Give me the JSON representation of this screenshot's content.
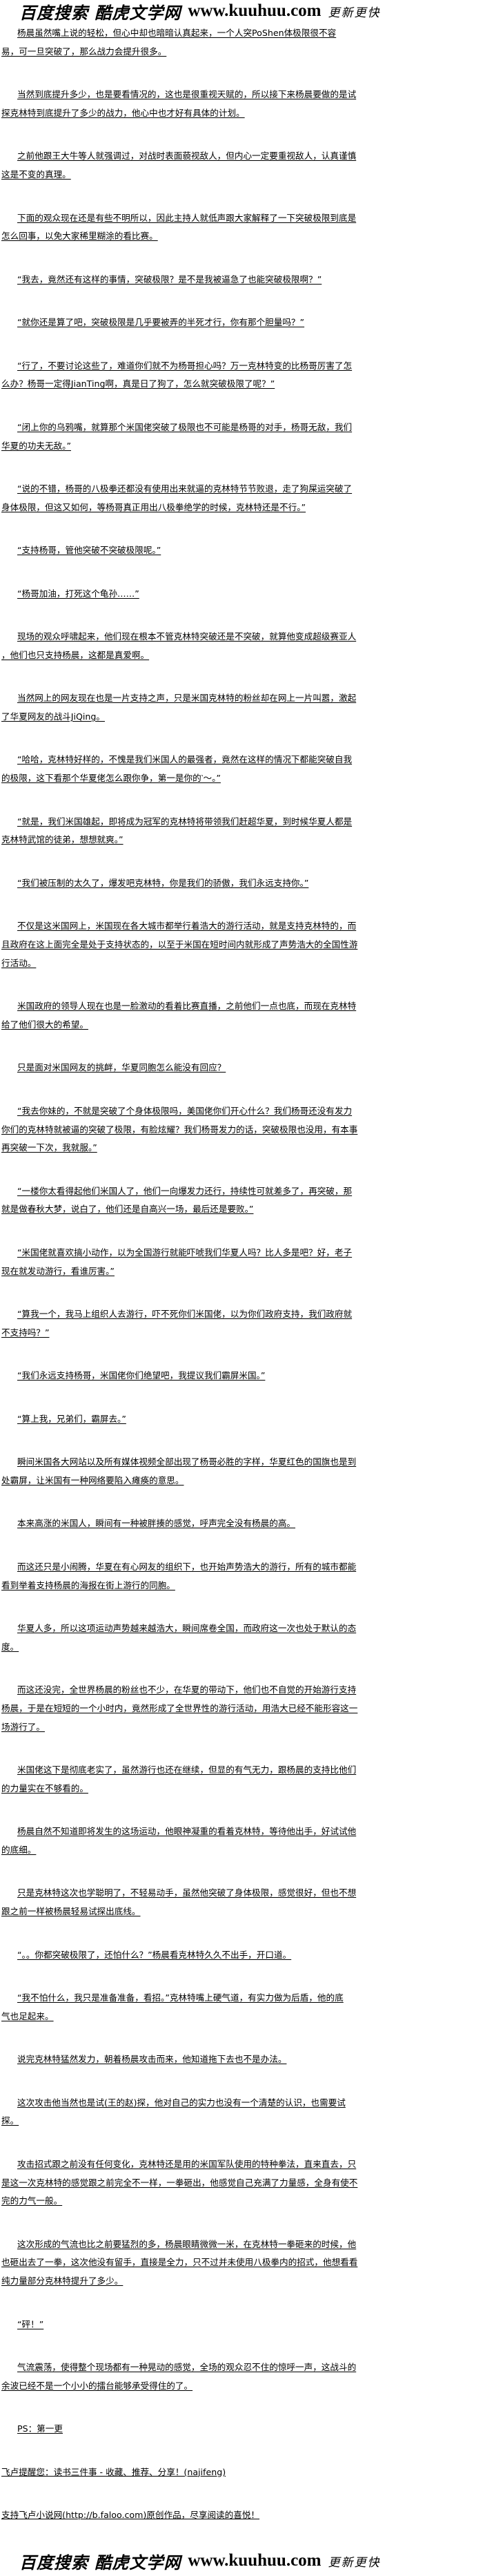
{
  "logo": {
    "site_text": "百度搜索 酷虎文学网",
    "url": "www.kuuhuu.com",
    "slogan": "更新更快"
  },
  "paragraphs": [
    {
      "lines": [
        "杨晨虽然嘴上说的轻松，但心中却也暗暗认真起来，一个人突PoShen体极限很不容",
        "易，可一旦突破了，那么战力会提升很多。"
      ]
    },
    {
      "lines": [
        "当然到底提升多少，也是要看情况的，这也是很重视天赋的，所以接下来杨晨要做的是试",
        "探克林特到底提升了多少的战力，他心中也才好有具体的计划。"
      ]
    },
    {
      "lines": [
        "之前他跟王大牛等人就强调过，对战时表面藐视敌人，但内心一定要重视敌人，认真谨慎",
        "这是不变的真理。"
      ]
    },
    {
      "lines": [
        "下面的观众现在还是有些不明所以，因此主持人就低声跟大家解释了一下突破极限到底是",
        "怎么回事，以免大家稀里糊涂的看比赛。"
      ]
    },
    {
      "lines": [
        "“我去，竟然还有这样的事情，突破极限？是不是我被逼急了也能突破极限啊？”"
      ]
    },
    {
      "lines": [
        "“就你还是算了吧，突破极限是几乎要被弄的半死才行，你有那个胆量吗？”"
      ]
    },
    {
      "lines": [
        "“行了，不要讨论这些了，难道你们就不为杨哥担心吗？万一克林特变的比杨哥厉害了怎",
        "么办？杨哥一定得JianTing啊，真是日了狗了，怎么就突破极限了呢？”"
      ]
    },
    {
      "lines": [
        "“闭上你的乌鸦嘴，就算那个米国佬突破了极限也不可能是杨哥的对手，杨哥无敌，我们",
        "华夏的功夫无敌。”"
      ]
    },
    {
      "lines": [
        "“说的不错，杨哥的八极拳还都没有使用出来就逼的克林特节节败退，走了狗屎运突破了",
        "身体极限，但这又如何，等杨哥真正用出八极拳绝学的时候，克林特还是不行。”"
      ]
    },
    {
      "lines": [
        "“支持杨哥，管他突破不突破极限呢。”"
      ]
    },
    {
      "lines": [
        "“杨哥加油，打死这个龟孙……”"
      ]
    },
    {
      "lines": [
        "现场的观众呼啸起来，他们现在根本不管克林特突破还是不突破，就算他变成超级赛亚人",
        "，他们也只支持杨晨，这都是真爱啊。"
      ]
    },
    {
      "lines": [
        "当然网上的网友现在也是一片支持之声，只是米国克林特的粉丝却在网上一片叫嚣，激起",
        "了华夏网友的战斗JiQing。"
      ]
    },
    {
      "lines": [
        "“哈哈，克林特好样的，不愧是我们米国人的最强者，竟然在这样的情况下都能突破自我",
        "的极限，这下看那个华夏佬怎么跟你争，第一是你的‵～。”"
      ]
    },
    {
      "lines": [
        "“就是，我们米国雄起，即将成为冠军的克林特将带领我们赶超华夏，到时候华夏人都是",
        "克林特武馆的徒弟，想想就爽。”"
      ]
    },
    {
      "lines": [
        "“我们被压制的太久了，爆发吧克林特，你是我们的骄傲，我们永远支持你。”"
      ]
    },
    {
      "lines": [
        "不仅是这米国网上，米国现在各大城市都举行着浩大的游行活动，就是支持克林特的，而",
        "且政府在这上面完全是处于支持状态的，以至于米国在短时间内就形成了声势浩大的全国性游",
        "行活动。"
      ]
    },
    {
      "lines": [
        "米国政府的领导人现在也是一脸激动的看着比赛直播，之前他们一点也底，而现在克林特",
        "给了他们很大的希望。"
      ]
    },
    {
      "lines": [
        "只是面对米国网友的挑衅，华夏同胞怎么能没有回应？"
      ]
    },
    {
      "lines": [
        "“我去你妹的，不就是突破了个身体极限吗，美国佬你们开心什么？我们杨哥还没有发力",
        "你们的克林特就被逼的突破了极限，有脸炫耀？我们杨哥发力的话，突破极限也没用，有本事",
        "再突破一下次，我就服。”"
      ]
    },
    {
      "lines": [
        "“一楼你太看得起他们米国人了，他们一向爆发力还行，持续性可就差多了，再突破，那",
        "就是做春秋大梦，说白了，他们还是自高兴一场，最后还是要败。”"
      ]
    },
    {
      "lines": [
        "“米国佬就喜欢搞小动作，以为全国游行就能吓唬我们华夏人吗？比人多是吧？好，老子",
        "现在就发动游行，看谁厉害。”"
      ]
    },
    {
      "lines": [
        "“算我一个，我马上组织人去游行，吓不死你们米国佬，以为你们政府支持，我们政府就",
        "不支持吗？”"
      ]
    },
    {
      "lines": [
        "“我们永远支持杨哥，米国佬你们绝望吧，我提议我们霸屏米国。”"
      ]
    },
    {
      "lines": [
        "“算上我，兄弟们，霸屏去。”"
      ]
    },
    {
      "lines": [
        "瞬间米国各大网站以及所有媒体视频全部出现了杨哥必胜的字样，华夏红色的国旗也是到",
        "处霸屏，让米国有一种网络要陷入瘫痪的意思。"
      ]
    },
    {
      "lines": [
        "本来高涨的米国人，瞬间有一种被胖揍的感觉，呼声完全没有杨晨的高。"
      ]
    },
    {
      "lines": [
        "而这还只是小闹腾，华夏在有心网友的组织下，也开始声势浩大的游行，所有的城市都能",
        "看到举着支持杨晨的海报在街上游行的同胞。"
      ]
    },
    {
      "lines": [
        "华夏人多，所以这项运动声势越来越浩大，瞬间席卷全国，而政府这一次也处于默认的态",
        "度。"
      ]
    },
    {
      "lines": [
        "而这还没完，全世界杨晨的粉丝也不少，在华夏的带动下，他们也不自觉的开始游行支持",
        "杨晨，于是在短短的一个小时内，竟然形成了全世界性的游行活动，用浩大已经不能形容这一",
        "场游行了。"
      ]
    },
    {
      "lines": [
        "米国佬这下是彻底老实了，虽然游行也还在继续，但显的有气无力，跟杨晨的支持比他们",
        "的力量实在不够看的。"
      ]
    },
    {
      "lines": [
        "杨晨自然不知道即将发生的这场运动，他眼神凝重的看着克林特，等待他出手，好试试他",
        "的底细。"
      ]
    },
    {
      "lines": [
        "只是克林特这次也学聪明了，不轻易动手，虽然他突破了身体极限，感觉很好，但也不想",
        "跟之前一样被杨晨轻易试探出底线。"
      ]
    },
    {
      "lines": [
        "“。。你都突破极限了，还怕什么？”杨晨看克林特久久不出手，开口道。"
      ]
    },
    {
      "lines": [
        "“我不怕什么，我只是准备准备，看招。”克林特嘴上硬气道，有实力做为后盾，他的底",
        "气也足起来。"
      ]
    },
    {
      "lines": [
        "说完克林特猛然发力，朝着杨晨攻击而来，他知道拖下去也不是办法。"
      ]
    },
    {
      "lines": [
        "这次攻击他当然也是试(王的赵)探，他对自己的实力也没有一个清楚的认识，也需要试",
        "探。"
      ]
    },
    {
      "lines": [
        "攻击招式跟之前没有任何变化，克林特还是用的米国军队使用的特种拳法，直来直去，只",
        "是这一次克林特的感觉跟之前完全不一样，一拳砸出，他感觉自己充满了力量感，全身有使不",
        "完的力气一般。"
      ]
    },
    {
      "lines": [
        "这次形成的气流也比之前要猛烈的多，杨晨眼睛微微一米，在克林特一拳砸来的时候，他",
        "也砸出去了一拳，这次他没有留手，直接是全力，只不过并未使用八极拳内的招式，他想看看",
        "纯力量部分克林特提升了多少。"
      ]
    },
    {
      "lines": [
        "“砰！”"
      ]
    },
    {
      "lines": [
        "气流震荡，使得整个现场都有一种晃动的感觉，全场的观众忍不住的惊呼一声，这战斗的",
        "余波已经不是一个小小的擂台能够承受得住的了。"
      ]
    },
    {
      "lines": [
        "PS：第一更"
      ]
    }
  ],
  "footer_notes": {
    "reminder": "飞卢提醒您：读书三件事 - 收藏、推荐、分享！(najifeng)",
    "support": "支持飞卢小说网(http://b.faloo.com)原创作品，尽享阅读的喜悦！"
  }
}
